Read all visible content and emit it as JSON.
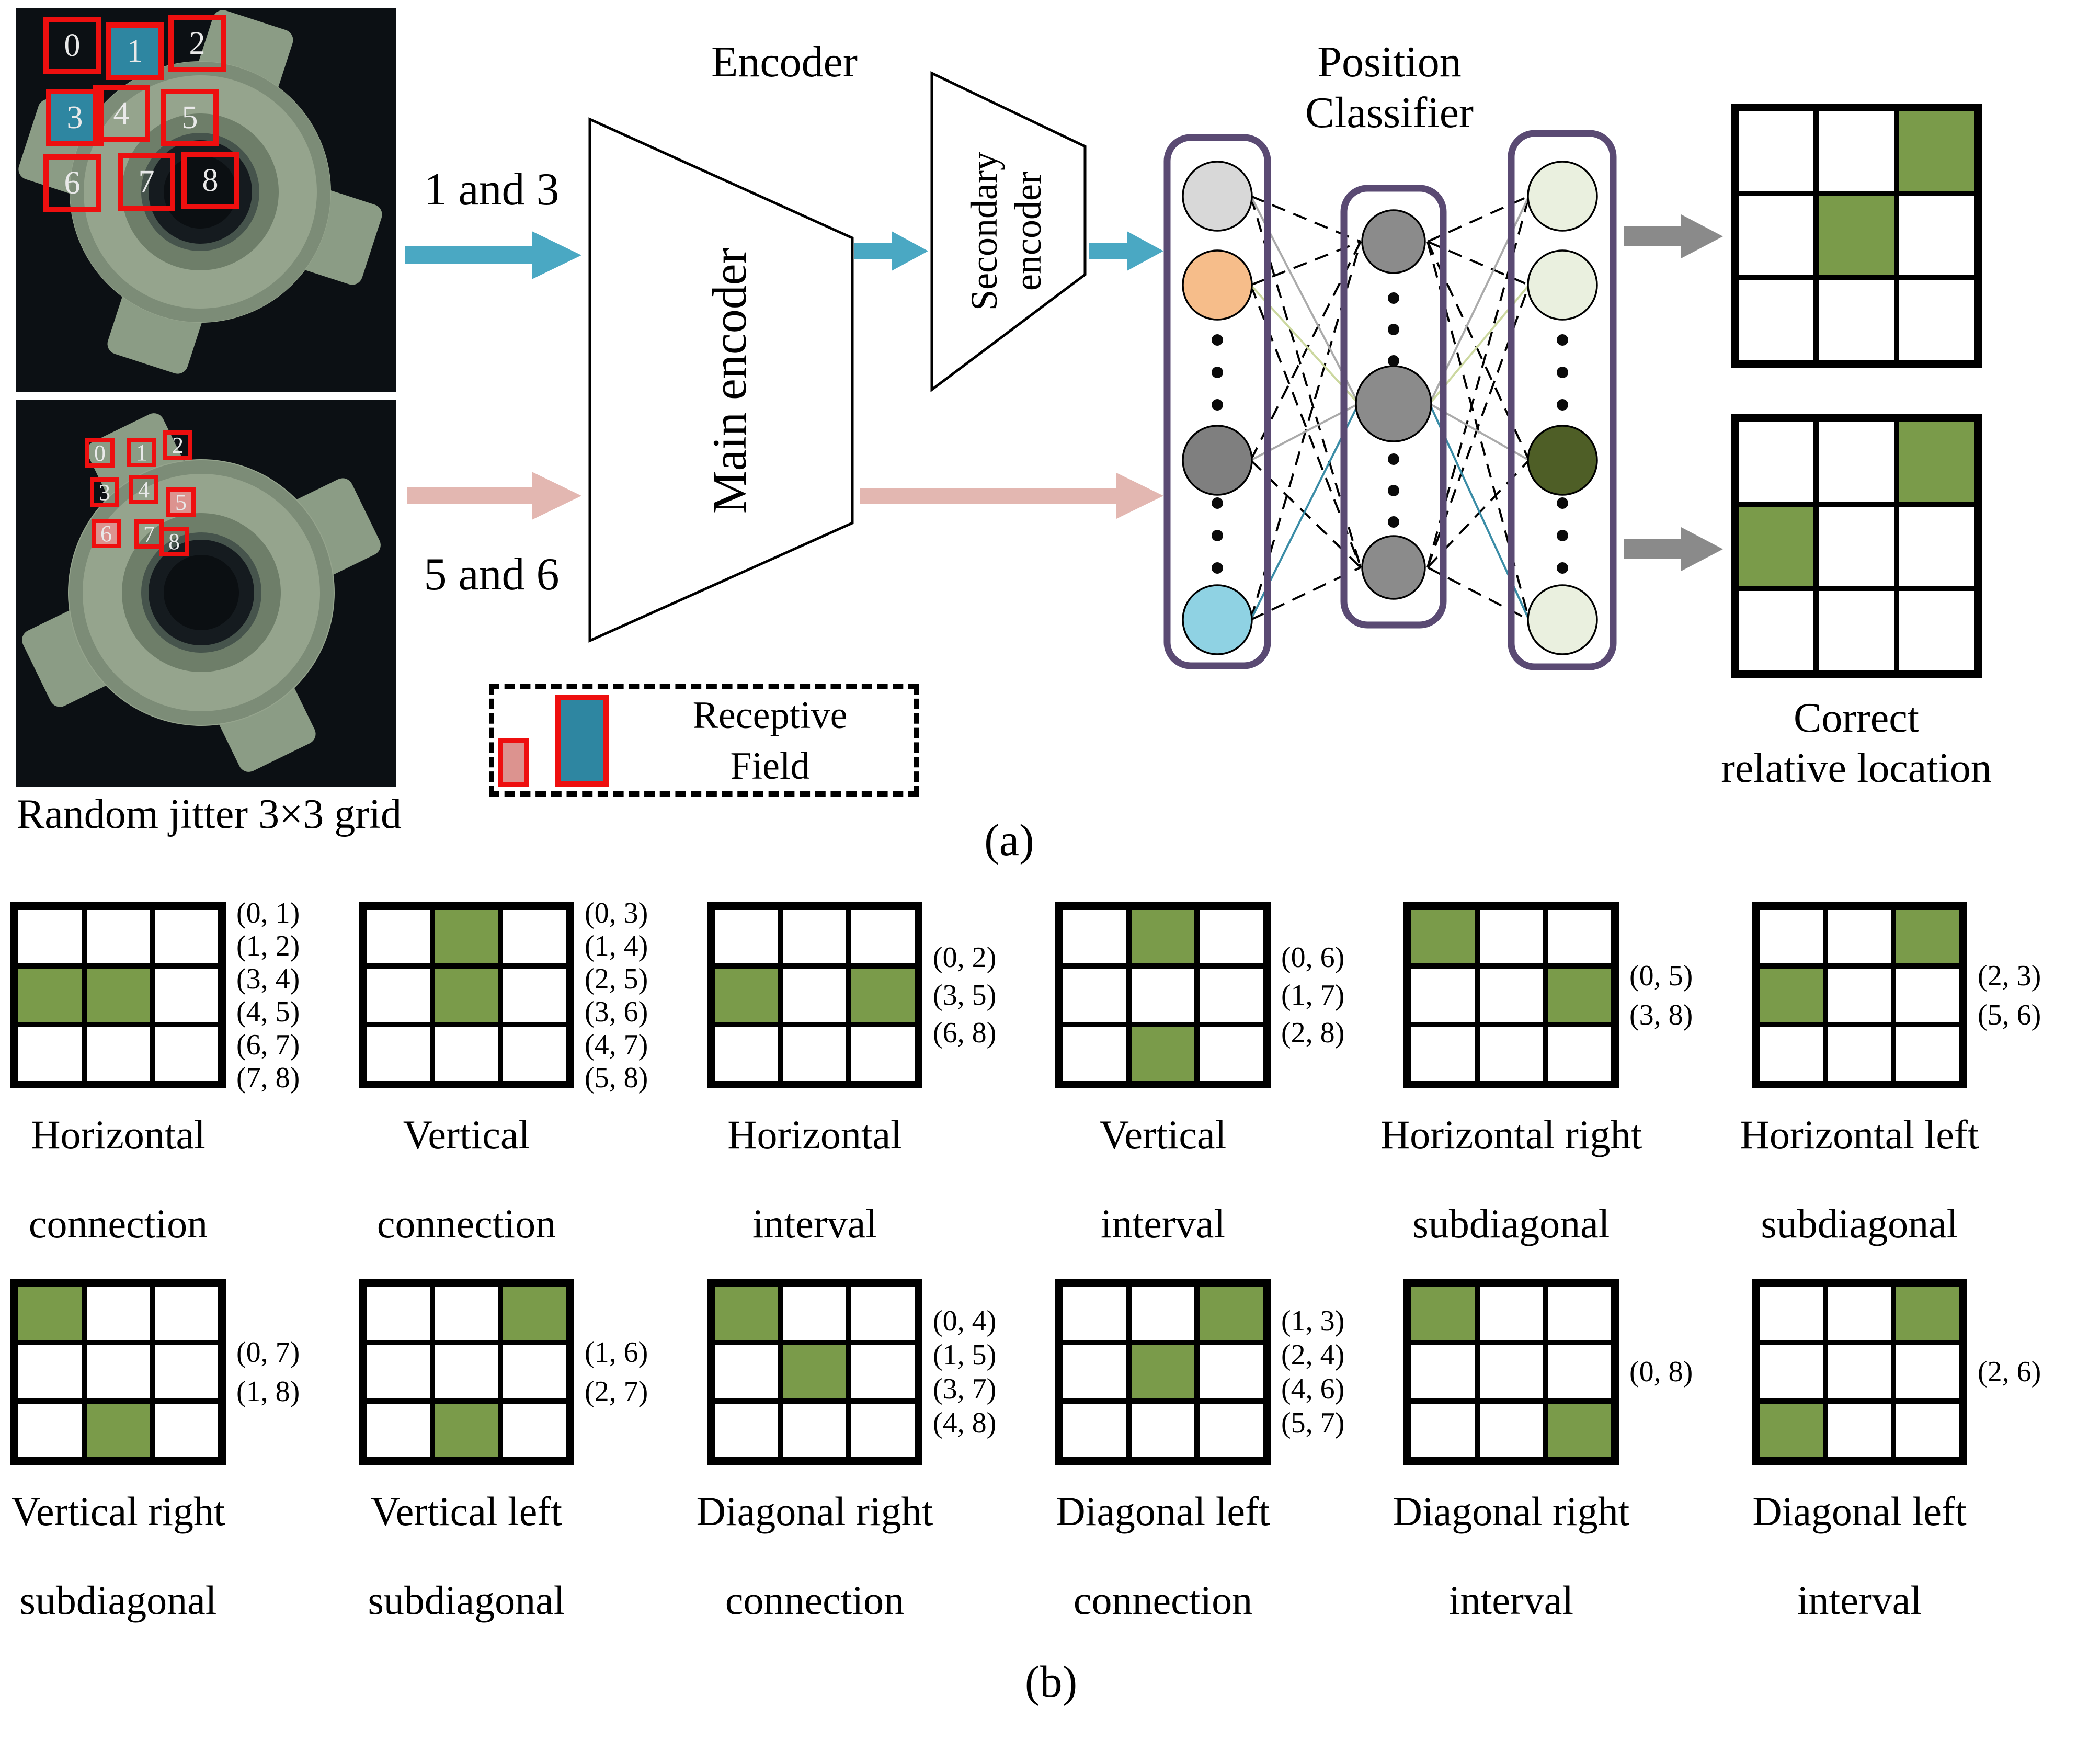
{
  "colors": {
    "teal_patch": "#2e86a1",
    "pink_patch": "#dc938f",
    "teal_arrow": "#4aa8c3",
    "pink_arrow": "#e3b7b1",
    "red_box": "#ee0f0f",
    "green_cell": "#7a9b4a",
    "gray_arrow": "#8a8a8a",
    "purple_border": "#5a4a73",
    "grid_line": "#000000",
    "link_gray": "#ababab",
    "link_green": "#ccd8a0",
    "link_teal": "#3a8ca6"
  },
  "panel_a": {
    "patch_numbers": [
      "0",
      "1",
      "2",
      "3",
      "4",
      "5",
      "6",
      "7",
      "8"
    ],
    "photo1": {
      "teal_patches": [
        1,
        3
      ],
      "pink_patches": []
    },
    "photo2": {
      "teal_patches": [],
      "pink_patches": [
        5,
        6
      ]
    },
    "photo_caption": "Random jitter 3×3 grid",
    "pair1_label": "1 and 3",
    "pair2_label": "5 and 6",
    "encoder_title": "Encoder",
    "main_encoder_label": "Main encoder",
    "secondary_encoder_line1": "Secondary",
    "secondary_encoder_line2": "encoder",
    "classifier_title": "Position Classifier",
    "output_grid1": {
      "green_cells": [
        2,
        4
      ]
    },
    "output_grid2": {
      "green_cells": [
        2,
        3
      ]
    },
    "correct_line1": "Correct",
    "correct_line2": "relative location",
    "legend": {
      "line1": "Receptive",
      "line2": "Field"
    },
    "panel_label": "(a)"
  },
  "classifier": {
    "layers": [
      {
        "name": "input-layer",
        "nodes": [
          "#d8d8d8",
          "#f6bd8a",
          "dots",
          "#7f7f7f",
          "dots",
          "#8fd2e3"
        ]
      },
      {
        "name": "hidden-layer",
        "nodes": [
          "#8b8b8b",
          "dots",
          "#8b8b8b",
          "dots",
          "#8b8b8b"
        ]
      },
      {
        "name": "output-layer",
        "nodes": [
          "#eaf0df",
          "#eaf0df",
          "dots",
          "#4e5e26",
          "dots",
          "#eaf0df"
        ]
      }
    ],
    "output_link_colors": [
      "#ababab",
      "#ccd8a0",
      "#ababab",
      "#3a8ca6"
    ],
    "input_link_colors": [
      "#ababab",
      "#ccd8a0",
      "#ababab",
      "#3a8ca6"
    ]
  },
  "panel_b": {
    "panel_label": "(b)",
    "rows": [
      [
        {
          "caption": [
            "Horizontal",
            "connection"
          ],
          "pairs": [
            "(0, 1)",
            "(1, 2)",
            "(3, 4)",
            "(4, 5)",
            "(6, 7)",
            "(7, 8)"
          ],
          "green": [
            3,
            4
          ]
        },
        {
          "caption": [
            "Vertical",
            "connection"
          ],
          "pairs": [
            "(0, 3)",
            "(1, 4)",
            "(2, 5)",
            "(3, 6)",
            "(4, 7)",
            "(5, 8)"
          ],
          "green": [
            1,
            4
          ]
        },
        {
          "caption": [
            "Horizontal",
            "interval"
          ],
          "pairs": [
            "(0, 2)",
            "(3, 5)",
            "(6, 8)"
          ],
          "green": [
            3,
            5
          ]
        },
        {
          "caption": [
            "Vertical",
            "interval"
          ],
          "pairs": [
            "(0, 6)",
            "(1, 7)",
            "(2, 8)"
          ],
          "green": [
            1,
            7
          ]
        },
        {
          "caption": [
            "Horizontal right",
            "subdiagonal"
          ],
          "pairs": [
            "(0, 5)",
            "(3, 8)"
          ],
          "green": [
            0,
            5
          ]
        },
        {
          "caption": [
            "Horizontal left",
            "subdiagonal"
          ],
          "pairs": [
            "(2, 3)",
            "(5, 6)"
          ],
          "green": [
            2,
            3
          ]
        }
      ],
      [
        {
          "caption": [
            "Vertical right",
            "subdiagonal"
          ],
          "pairs": [
            "(0, 7)",
            "(1, 8)"
          ],
          "green": [
            0,
            7
          ]
        },
        {
          "caption": [
            "Vertical left",
            "subdiagonal"
          ],
          "pairs": [
            "(1, 6)",
            "(2, 7)"
          ],
          "green": [
            2,
            7
          ]
        },
        {
          "caption": [
            "Diagonal right",
            "connection"
          ],
          "pairs": [
            "(0, 4)",
            "(1, 5)",
            "(3, 7)",
            "(4, 8)"
          ],
          "green": [
            0,
            4
          ]
        },
        {
          "caption": [
            "Diagonal left",
            "connection"
          ],
          "pairs": [
            "(1, 3)",
            "(2, 4)",
            "(4, 6)",
            "(5, 7)"
          ],
          "green": [
            2,
            4
          ]
        },
        {
          "caption": [
            "Diagonal right",
            "interval"
          ],
          "pairs": [
            "(0, 8)"
          ],
          "green": [
            0,
            8
          ]
        },
        {
          "caption": [
            "Diagonal left",
            "interval"
          ],
          "pairs": [
            "(2, 6)"
          ],
          "green": [
            2,
            6
          ]
        }
      ]
    ]
  }
}
